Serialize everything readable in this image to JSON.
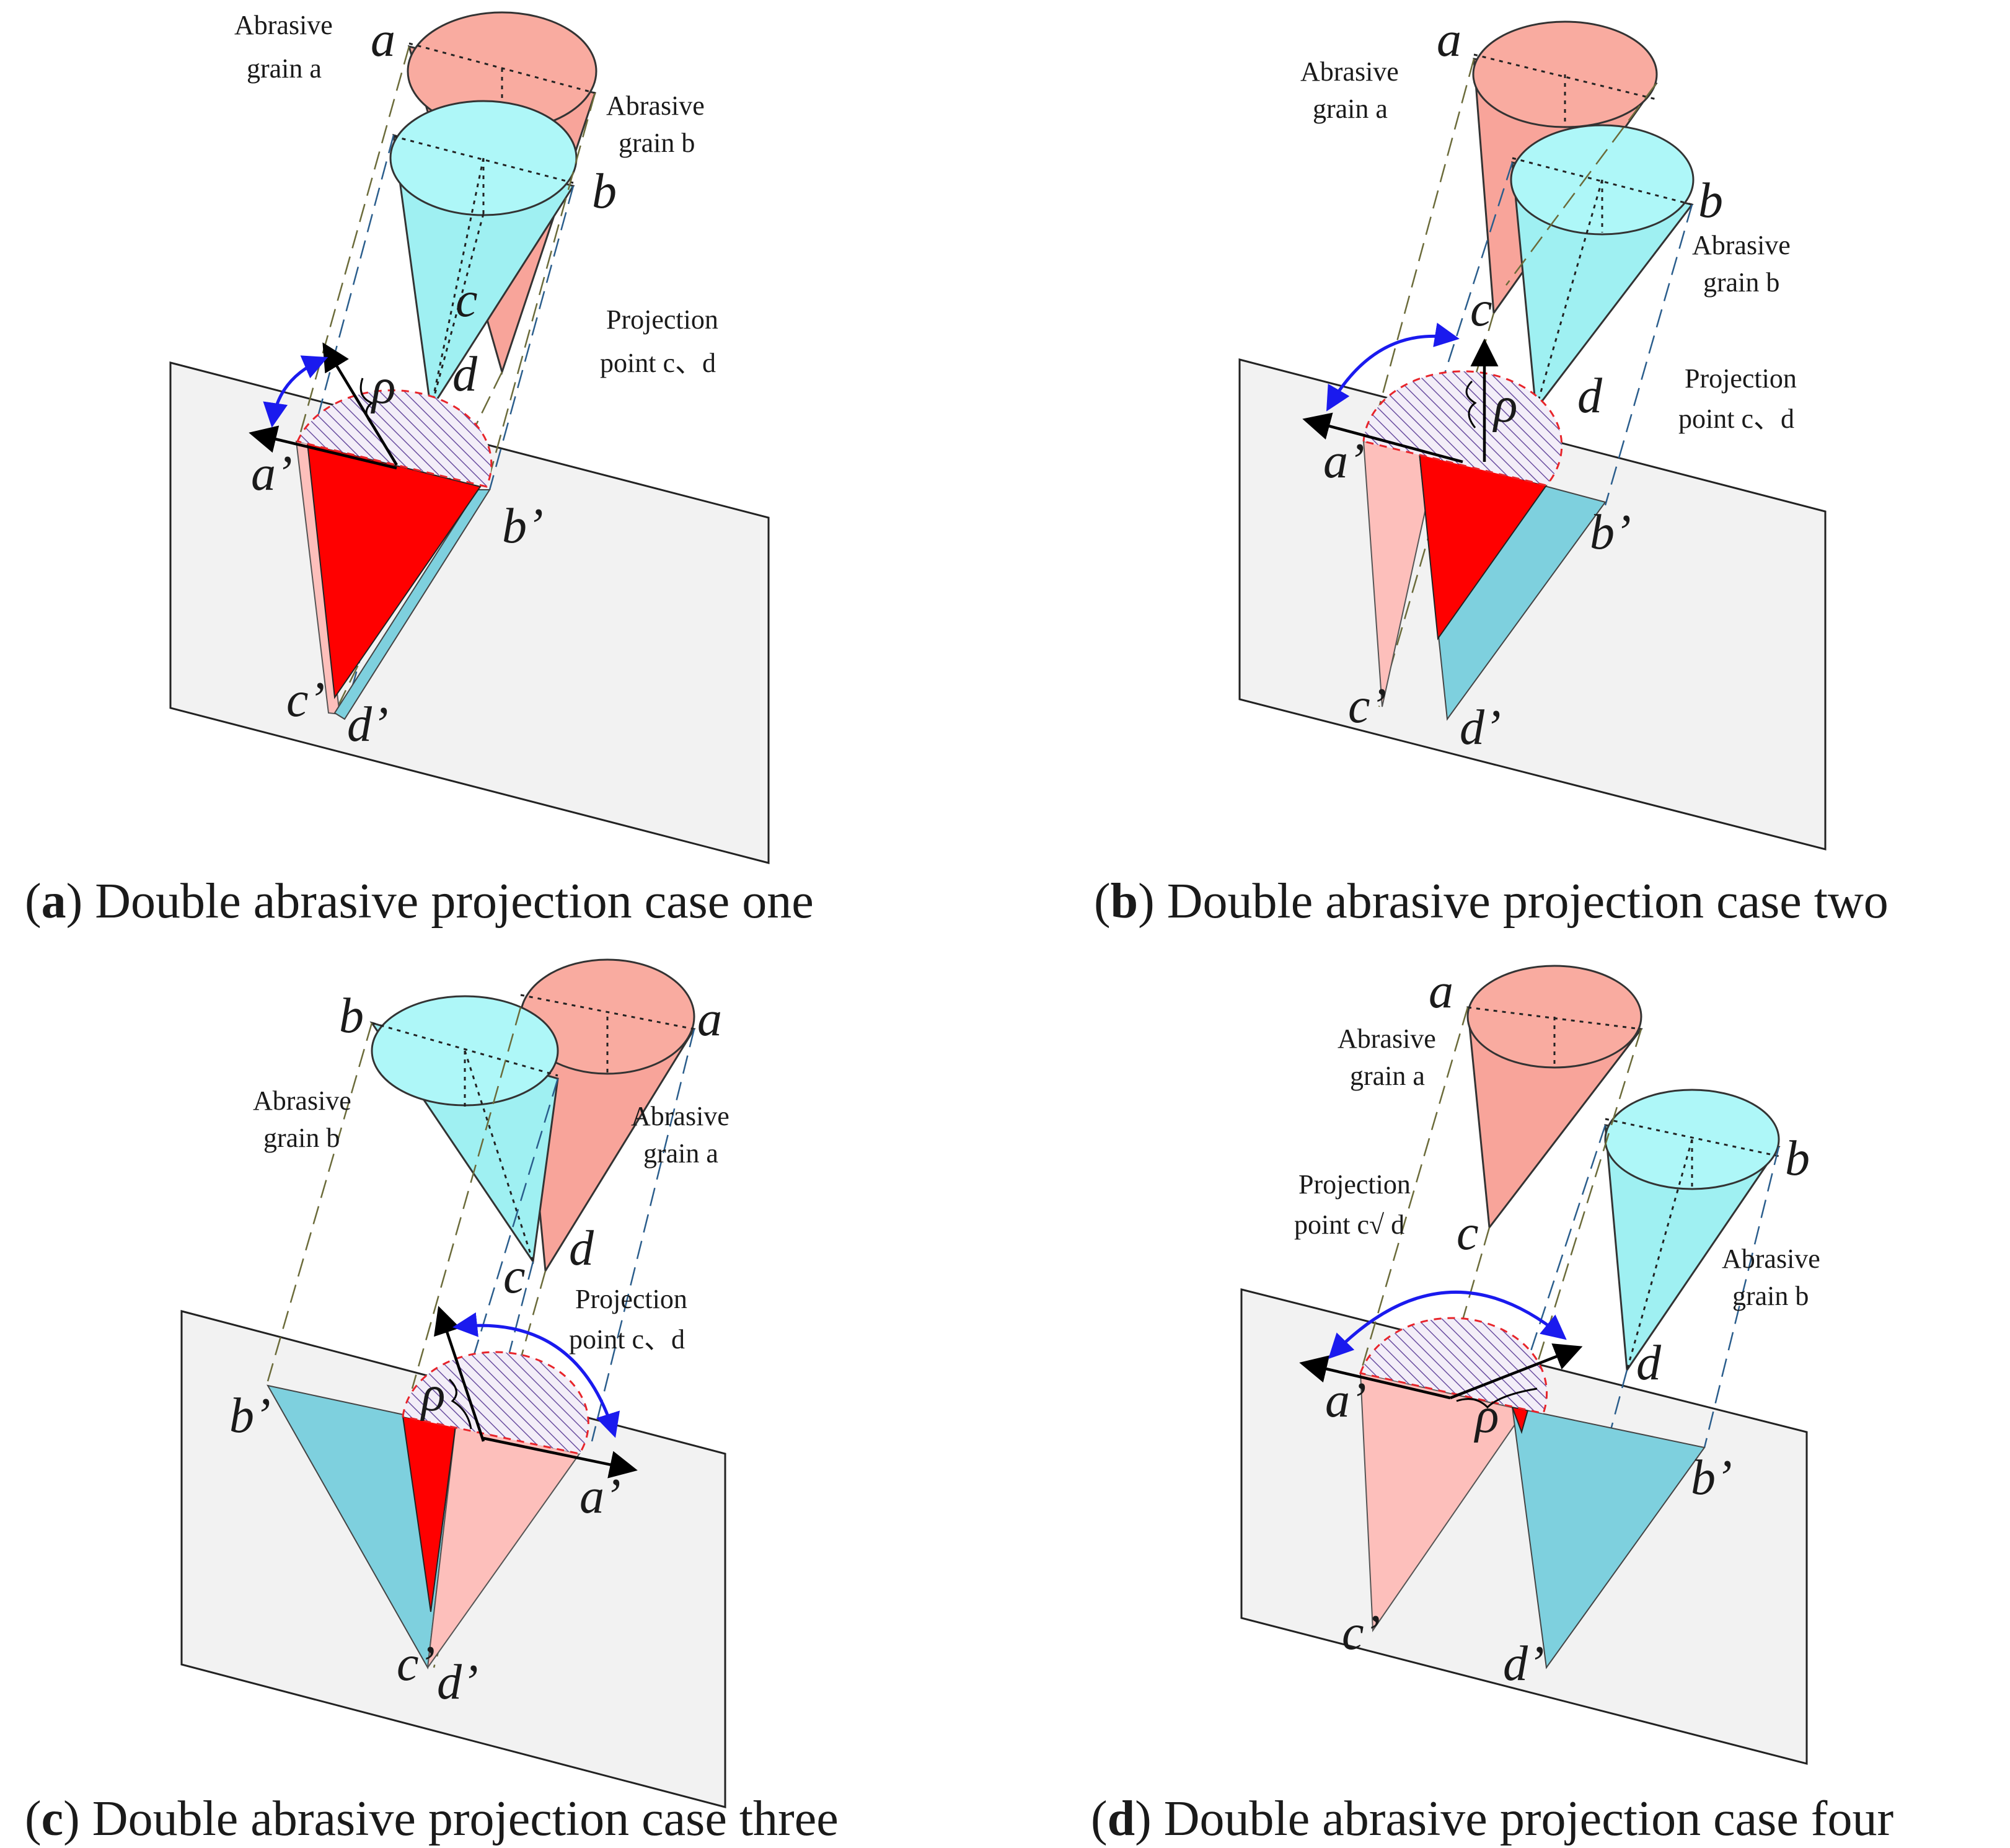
{
  "panels": [
    {
      "id": "a",
      "caption_letter": "a",
      "caption_text": "Double abrasive projection case one",
      "point_a": "a",
      "point_b": "b",
      "point_c": "c",
      "point_d": "d",
      "proj_a": "a’",
      "proj_b": "b’",
      "proj_c": "c’",
      "proj_d": "d’",
      "angle": "ρ",
      "grain_a": [
        "Abrasive",
        "grain a"
      ],
      "grain_b": [
        "Abrasive",
        "grain b"
      ],
      "projection": [
        "Projection",
        "point c、d"
      ]
    },
    {
      "id": "b",
      "caption_letter": "b",
      "caption_text": "Double abrasive projection case two",
      "point_a": "a",
      "point_b": "b",
      "point_c": "c",
      "point_d": "d",
      "proj_a": "a’",
      "proj_b": "b’",
      "proj_c": "c’",
      "proj_d": "d’",
      "angle": "ρ",
      "grain_a": [
        "Abrasive",
        "grain a"
      ],
      "grain_b": [
        "Abrasive",
        "grain b"
      ],
      "projection": [
        "Projection",
        "point c、d"
      ]
    },
    {
      "id": "c",
      "caption_letter": "c",
      "caption_text": "Double abrasive projection case three",
      "point_a": "a",
      "point_b": "b",
      "point_c": "c",
      "point_d": "d",
      "proj_a": "a’",
      "proj_b": "b’",
      "proj_c": "c’",
      "proj_d": "d’",
      "angle": "ρ",
      "grain_a": [
        "Abrasive",
        "grain a"
      ],
      "grain_b": [
        "Abrasive",
        "grain b"
      ],
      "projection": [
        "Projection",
        "point c、d"
      ]
    },
    {
      "id": "d",
      "caption_letter": "d",
      "caption_text": "Double abrasive projection case four",
      "point_a": "a",
      "point_b": "b",
      "point_c": "c",
      "point_d": "d",
      "proj_a": "a’",
      "proj_b": "b’",
      "proj_c": "c’",
      "proj_d": "d’",
      "angle": "ρ",
      "grain_a": [
        "Abrasive",
        "grain a"
      ],
      "grain_b": [
        "Abrasive",
        "grain b"
      ],
      "projection": [
        "Projection",
        "point c√ d"
      ]
    }
  ],
  "colors": {
    "grain_a": "#f8a49a",
    "grain_b": "#9ff0f2",
    "overlap": "#ff0000",
    "plane": "#f2f2f2",
    "arc": "#1a1aee",
    "circle": "#e8242a"
  }
}
